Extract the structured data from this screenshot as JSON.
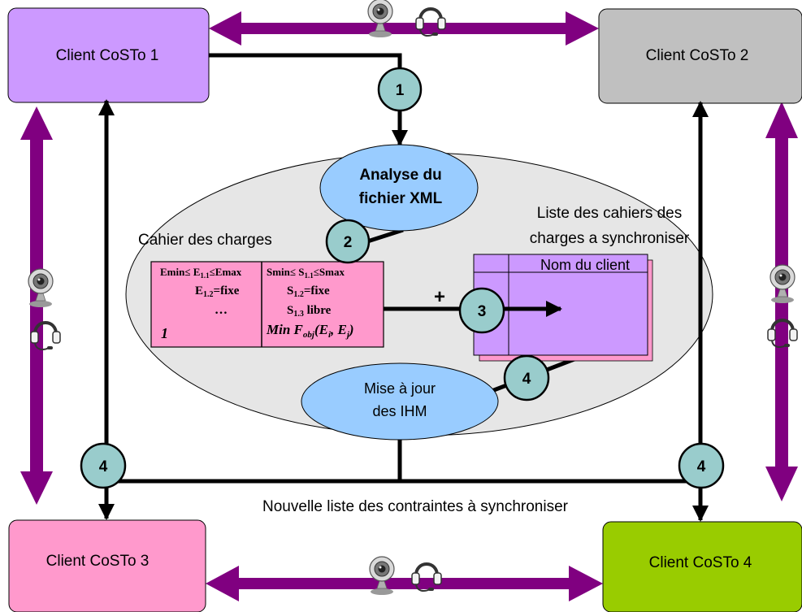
{
  "clients": {
    "c1": {
      "label": "Client CoSTo 1",
      "color": "#cc99ff"
    },
    "c2": {
      "label": "Client CoSTo 2",
      "color": "#c0c0c0"
    },
    "c3": {
      "label": "Client CoSTo 3",
      "color": "#ff99cc"
    },
    "c4": {
      "label": "Client CoSTo 4",
      "color": "#99cc00"
    }
  },
  "colors": {
    "ellipse": "#e6e6e6",
    "bubble": "#99ccff",
    "step_circle": "#99cccc",
    "purple_arrow": "#800080",
    "spec_box": "#ff99cc",
    "list_box": "#cc99ff",
    "list_shadow": "#ff99cc"
  },
  "analyse": {
    "line1": "Analyse du",
    "line2": "fichier XML"
  },
  "mise_a_jour": {
    "line1": "Mise à jour",
    "line2": "des IHM"
  },
  "cahier": {
    "label": "Cahier des charges",
    "left": {
      "emin": "Emin≤ E",
      "emin_sub": "1.1",
      "emax": "≤Emax",
      "e12": "E",
      "e12_sub": "1.2",
      "e12_rest": "=fixe",
      "ellipsis": "…",
      "index": "1"
    },
    "right": {
      "smin": "Smin≤ S",
      "smin_sub": "1.1",
      "smax": "≤Smax",
      "s12": "S",
      "s12_sub": "1.2",
      "s12_rest": "=fixe",
      "s13": "S",
      "s13_sub": "1.3",
      "s13_rest": " libre",
      "fobj_a": "Min F",
      "fobj_sub": "obj",
      "fobj_b": "(E",
      "fobj_i": "i",
      "fobj_c": ", E",
      "fobj_j": "j",
      "fobj_d": ")"
    }
  },
  "liste": {
    "line1": "Liste des cahiers des",
    "line2": "charges a synchroniser",
    "header": "Nom du client"
  },
  "plus": "+",
  "steps": {
    "s1": "1",
    "s2": "2",
    "s3": "3",
    "s4a": "4",
    "s4b": "4",
    "s4c": "4"
  },
  "bottom_caption": "Nouvelle liste des contraintes à synchroniser",
  "icons": [
    "webcam-icon",
    "headset-icon"
  ]
}
